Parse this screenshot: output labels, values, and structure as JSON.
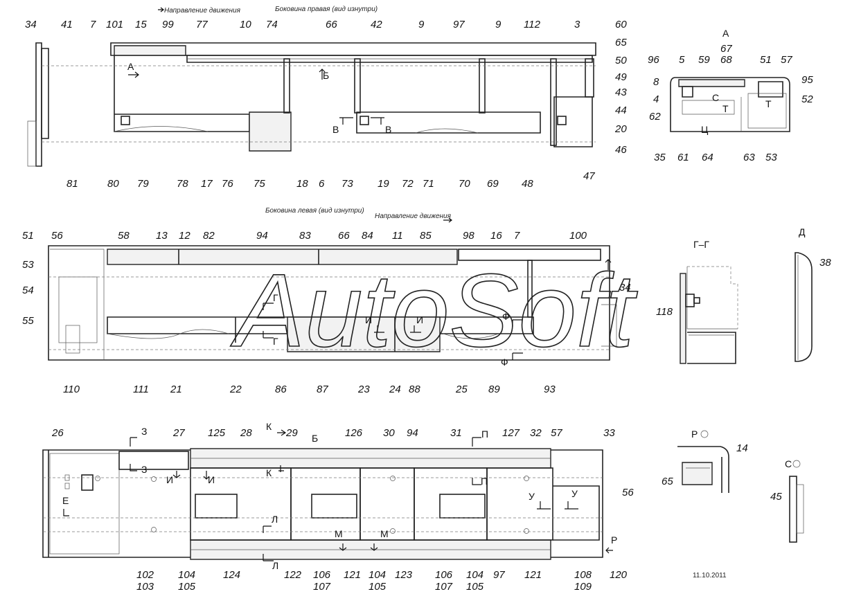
{
  "captions": {
    "direction_top": "Направление движения",
    "right_side": "Боковина правая (вид изнутри)",
    "left_side": "Боковина левая (вид изнутри)",
    "direction_mid": "Направление движения"
  },
  "views": {
    "A": "А",
    "B": "Б",
    "GG": "Г–Г",
    "D": "Д",
    "R": "Р",
    "S": "С"
  },
  "watermark": "AutoSoft",
  "date": "11.10.2011",
  "labels_top": [
    "34",
    "41",
    "7",
    "101",
    "15",
    "99",
    "77",
    "10",
    "74",
    "66",
    "42",
    "9",
    "97",
    "9",
    "112",
    "3",
    "60"
  ],
  "labels_top_right": [
    "65",
    "50",
    "49",
    "43",
    "44",
    "20",
    "46"
  ],
  "labels_top_bottom": [
    "81",
    "80",
    "79",
    "78",
    "17",
    "76",
    "75",
    "18",
    "6",
    "73",
    "19",
    "72",
    "71",
    "70",
    "69",
    "48",
    "47"
  ],
  "labels_A": [
    "96",
    "5",
    "59",
    "68",
    "51",
    "57",
    "67",
    "95",
    "8",
    "4",
    "52",
    "62",
    "35",
    "61",
    "64",
    "63",
    "53"
  ],
  "labels_mid_top": [
    "51",
    "56",
    "58",
    "13",
    "12",
    "82",
    "94",
    "83",
    "66",
    "84",
    "11",
    "85",
    "98",
    "16",
    "7",
    "100",
    "34"
  ],
  "labels_mid_left": [
    "53",
    "54",
    "55"
  ],
  "labels_mid_bottom": [
    "110",
    "111",
    "21",
    "22",
    "86",
    "87",
    "23",
    "24",
    "88",
    "25",
    "89",
    "93"
  ],
  "labels_mid_right": [
    "118",
    "38"
  ],
  "labels_bot_top": [
    "26",
    "27",
    "125",
    "28",
    "29",
    "126",
    "30",
    "94",
    "31",
    "127",
    "32",
    "57",
    "33"
  ],
  "labels_bot_right": [
    "56",
    "120",
    "14",
    "65",
    "45"
  ],
  "labels_bot_bottom_1": [
    "102",
    "104",
    "124",
    "122",
    "106",
    "121",
    "104",
    "123",
    "106",
    "104",
    "97",
    "121",
    "108"
  ],
  "labels_bot_bottom_2": [
    "103",
    "105",
    "107",
    "105",
    "107",
    "105",
    "109"
  ],
  "section_marks": [
    "А",
    "Б",
    "В",
    "В",
    "Г",
    "Г",
    "И",
    "И",
    "Ф",
    "Ф",
    "З",
    "З",
    "И",
    "И",
    "К",
    "К",
    "Л",
    "Л",
    "М",
    "М",
    "П",
    "П",
    "Е",
    "У",
    "У",
    "Т",
    "Т",
    "С",
    "Ц",
    "Р"
  ]
}
